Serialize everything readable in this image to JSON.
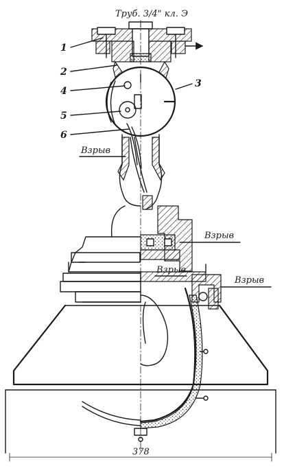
{
  "title_label": "Труб. 3/4\" кл. Э",
  "callouts": [
    {
      "id": "1",
      "text": "1"
    },
    {
      "id": "2",
      "text": "2"
    },
    {
      "id": "3",
      "text": "3"
    },
    {
      "id": "4",
      "text": "4"
    },
    {
      "id": "5",
      "text": "5"
    },
    {
      "id": "6",
      "text": "6"
    }
  ],
  "explosion_labels": {
    "left": "Взрыв",
    "mid": "Взрыв",
    "inner": "Взрыв",
    "right": "Взрыв"
  },
  "dimension": {
    "value": "378"
  }
}
